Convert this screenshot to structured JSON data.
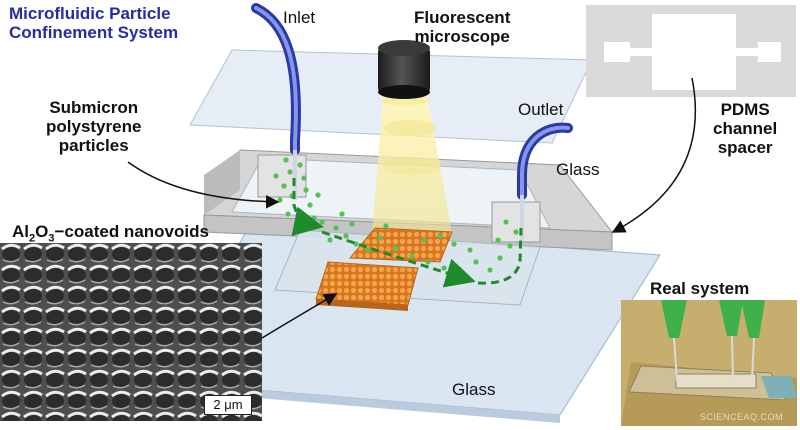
{
  "labels": {
    "title_line1": "Microfluidic Particle",
    "title_line2": "Confinement System",
    "inlet": "Inlet",
    "microscope_line1": "Fluorescent",
    "microscope_line2": "microscope",
    "outlet": "Outlet",
    "particles_line1": "Submicron",
    "particles_line2": "polystyrene",
    "particles_line3": "particles",
    "glass_top": "Glass",
    "pdms_line1": "PDMS",
    "pdms_line2": "channel",
    "pdms_line3": "spacer",
    "nanovoids_prefix": "Al",
    "nanovoids_sub1": "2",
    "nanovoids_mid": "O",
    "nanovoids_sub2": "3",
    "nanovoids_suffix": "−coated nanovoids",
    "scale_bar": "2 μm",
    "real_system": "Real system",
    "glass_bottom": "Glass",
    "watermark": "SCIENCEAQ.COM"
  },
  "colors": {
    "tube": "#4b57c4",
    "particle": "#55c055",
    "flow_arrow": "#1f8a2c",
    "nanovoid_array": "#e08a2c",
    "title": "#2a2aa6"
  }
}
